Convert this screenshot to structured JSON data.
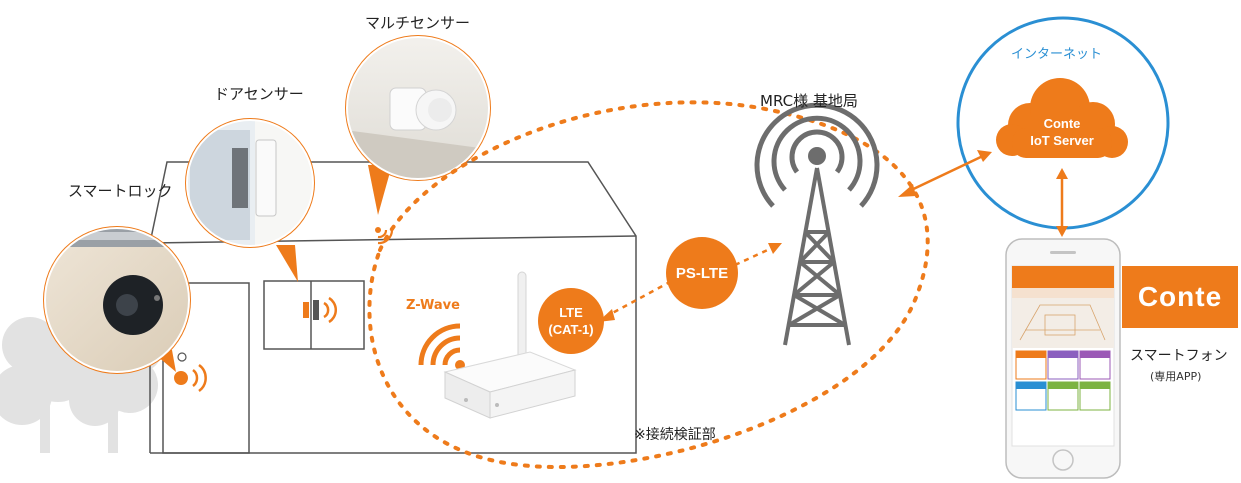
{
  "labels": {
    "smart_lock": "スマートロック",
    "door_sensor": "ドアセンサー",
    "multi_sensor": "マルチセンサー",
    "base_station": "MRC様 基地局",
    "internet": "インターネット",
    "cloud_line1": "Conte",
    "cloud_line2": "IoT Server",
    "zwave": "Z-Wave",
    "lte_line1": "LTE",
    "lte_line2": "(CAT-1)",
    "ps_lte": "PS-LTE",
    "verification_note": "※接続検証部",
    "logo": "Conte",
    "smartphone": "スマートフォン",
    "smartphone_sub": "(専用APP)"
  },
  "colors": {
    "accent": "#ee7b1b",
    "internet_ring": "#2a8fd3",
    "tower": "#6d6d6d",
    "house_line": "#555555",
    "tree": "#e2e2e2"
  },
  "icons": [
    "smart-lock-photo",
    "door-sensor-photo",
    "multi-sensor-photo",
    "gateway-device",
    "cell-tower-icon",
    "cloud-icon",
    "smartphone-app"
  ]
}
